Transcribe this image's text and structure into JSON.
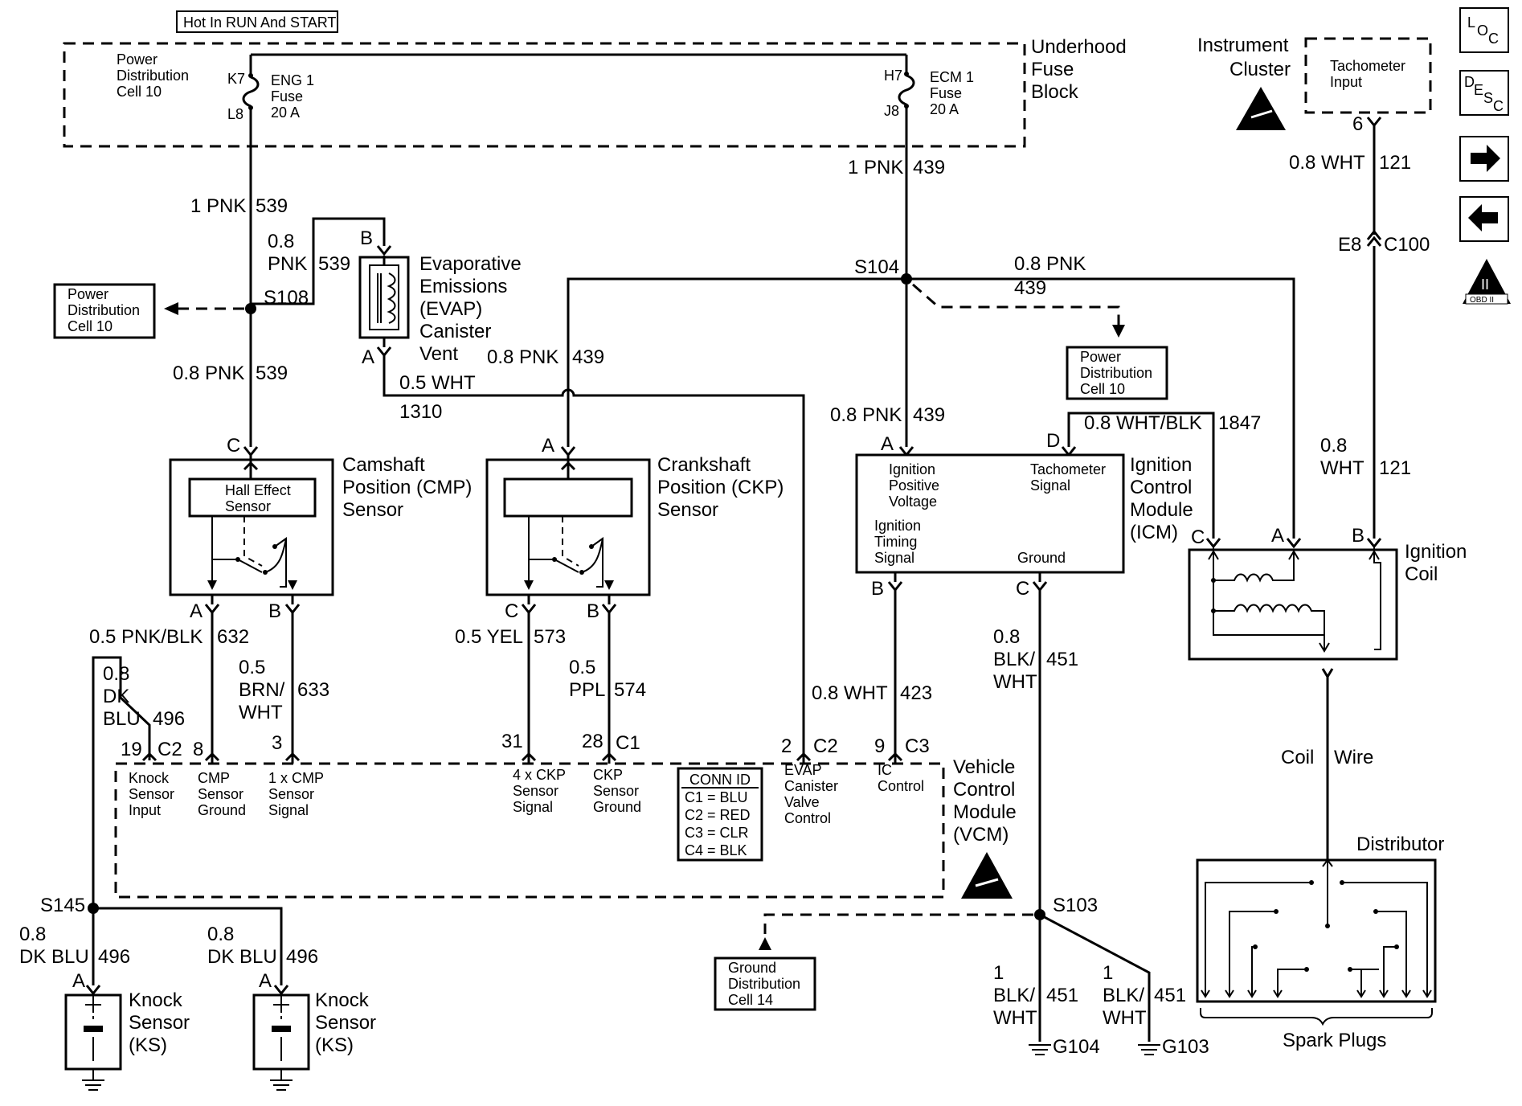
{
  "top_banner": "Hot In RUN And START",
  "underhood": {
    "title_lines": [
      "Underhood",
      "Fuse",
      "Block"
    ],
    "pdc_lines": [
      "Power",
      "Distribution",
      "Cell 10"
    ],
    "eng_fuse_lines": [
      "ENG 1",
      "Fuse",
      "20 A"
    ],
    "ecm_fuse_lines": [
      "ECM 1",
      "Fuse",
      "20 A"
    ],
    "pins": {
      "k7": "K7",
      "l8": "L8",
      "h7": "H7",
      "j8": "J8"
    }
  },
  "instrument_cluster": {
    "title_lines": [
      "Instrument",
      "Cluster"
    ],
    "tach_lines": [
      "Tachometer",
      "Input"
    ],
    "pin": "6"
  },
  "nav_icons": [
    {
      "name": "loc-icon",
      "letters": [
        "L",
        "O",
        "C"
      ]
    },
    {
      "name": "desc-icon",
      "letters": [
        "D",
        "E",
        "S",
        "C"
      ]
    },
    {
      "name": "next-arrow-icon",
      "glyph": "➡"
    },
    {
      "name": "prev-arrow-icon",
      "glyph": "⬅"
    },
    {
      "name": "obd-icon",
      "letters": [
        "II",
        "OBD II"
      ]
    }
  ],
  "wires": {
    "w539_top": [
      "1 PNK",
      "539"
    ],
    "w539_evap": [
      "0.8",
      "PNK",
      "539"
    ],
    "w539_mid": [
      "0.8 PNK",
      "539"
    ],
    "w439_top": [
      "1 PNK",
      "439"
    ],
    "w439_right": [
      "0.8 PNK",
      "439"
    ],
    "w439_ckp": [
      "0.8 PNK",
      "439"
    ],
    "w439_icm": [
      "0.8 PNK",
      "439"
    ],
    "w1310": [
      "0.5 WHT",
      "1310"
    ],
    "w1847": [
      "0.8 WHT/BLK",
      "1847"
    ],
    "w121_top": [
      "0.8 WHT",
      "121"
    ],
    "w121_coil": [
      "0.8",
      "WHT",
      "121"
    ],
    "w632": [
      "0.5 PNK/BLK",
      "632"
    ],
    "w633": [
      "0.5",
      "BRN/",
      "WHT",
      "633"
    ],
    "w496_vcm": [
      "0.8",
      "DK",
      "BLU",
      "496"
    ],
    "w573": [
      "0.5 YEL",
      "573"
    ],
    "w574": [
      "0.5",
      "PPL",
      "574"
    ],
    "w423": [
      "0.8 WHT",
      "423"
    ],
    "w451": [
      "0.8",
      "BLK/",
      "WHT",
      "451"
    ],
    "w496_ks1": [
      "0.8",
      "DK BLU",
      "496"
    ],
    "w496_ks2": [
      "0.8",
      "DK BLU",
      "496"
    ],
    "w451_g104": [
      "1",
      "BLK/",
      "WHT",
      "451"
    ],
    "w451_g103": [
      "1",
      "BLK/",
      "WHT",
      "451"
    ],
    "coil_wire": [
      "Coil",
      "Wire"
    ]
  },
  "splices": {
    "s104": "S104",
    "s108": "S108",
    "s145": "S145",
    "s103": "S103"
  },
  "grounds": {
    "g104": "G104",
    "g103": "G103"
  },
  "connector_c100": {
    "e8": "E8",
    "c100": "C100"
  },
  "pdc_left": [
    "Power",
    "Distribution",
    "Cell 10"
  ],
  "pdc_right": [
    "Power",
    "Distribution",
    "Cell 10"
  ],
  "ground_dist": [
    "Ground",
    "Distribution",
    "Cell 14"
  ],
  "evap": {
    "title_lines": [
      "Evaporative",
      "Emissions",
      "(EVAP)",
      "Canister",
      "Vent"
    ],
    "pin_b": "B",
    "pin_a": "A"
  },
  "cmp": {
    "title_lines": [
      "Camshaft",
      "Position (CMP)",
      "Sensor"
    ],
    "inner_lines": [
      "Hall Effect",
      "Sensor"
    ],
    "pin_c": "C",
    "pin_a": "A",
    "pin_b": "B"
  },
  "ckp": {
    "title_lines": [
      "Crankshaft",
      "Position (CKP)",
      "Sensor"
    ],
    "pin_a": "A",
    "pin_c": "C",
    "pin_b": "B"
  },
  "icm": {
    "title_lines": [
      "Ignition",
      "Control",
      "Module",
      "(ICM)"
    ],
    "ipv_lines": [
      "Ignition",
      "Positive",
      "Voltage"
    ],
    "tach_lines": [
      "Tachometer",
      "Signal"
    ],
    "timing_lines": [
      "Ignition",
      "Timing",
      "Signal"
    ],
    "ground": "Ground",
    "pin_a": "A",
    "pin_d": "D",
    "pin_b": "B",
    "pin_c": "C"
  },
  "coil": {
    "title_lines": [
      "Ignition",
      "Coil"
    ],
    "pin_c": "C",
    "pin_a": "A",
    "pin_b": "B"
  },
  "vcm": {
    "title_lines": [
      "Vehicle",
      "Control",
      "Module",
      "(VCM)"
    ],
    "pins": {
      "p19": "19",
      "c2a": "C2",
      "p8": "8",
      "p3": "3",
      "p31": "31",
      "p28": "28",
      "c1": "C1",
      "p2": "2",
      "c2b": "C2",
      "p9": "9",
      "c3": "C3"
    },
    "labels": {
      "knock": [
        "Knock",
        "Sensor",
        "Input"
      ],
      "cmp_ground": [
        "CMP",
        "Sensor",
        "Ground"
      ],
      "cmp_signal": [
        "1 x CMP",
        "Sensor",
        "Signal"
      ],
      "ckp_signal": [
        "4 x CKP",
        "Sensor",
        "Signal"
      ],
      "ckp_ground": [
        "CKP",
        "Sensor",
        "Ground"
      ],
      "evap_control": [
        "EVAP",
        "Canister",
        "Valve",
        "Control"
      ],
      "ic_control": [
        "IC",
        "Control"
      ]
    },
    "conn_id": {
      "title": "CONN ID",
      "rows": [
        "C1 = BLU",
        "C2 = RED",
        "C3 = CLR",
        "C4 = BLK"
      ]
    }
  },
  "knock_sensors": [
    {
      "pin": "A",
      "title_lines": [
        "Knock",
        "Sensor",
        "(KS)"
      ]
    },
    {
      "pin": "A",
      "title_lines": [
        "Knock",
        "Sensor",
        "(KS)"
      ]
    }
  ],
  "distributor": {
    "title": "Distributor",
    "plugs": "Spark Plugs"
  }
}
